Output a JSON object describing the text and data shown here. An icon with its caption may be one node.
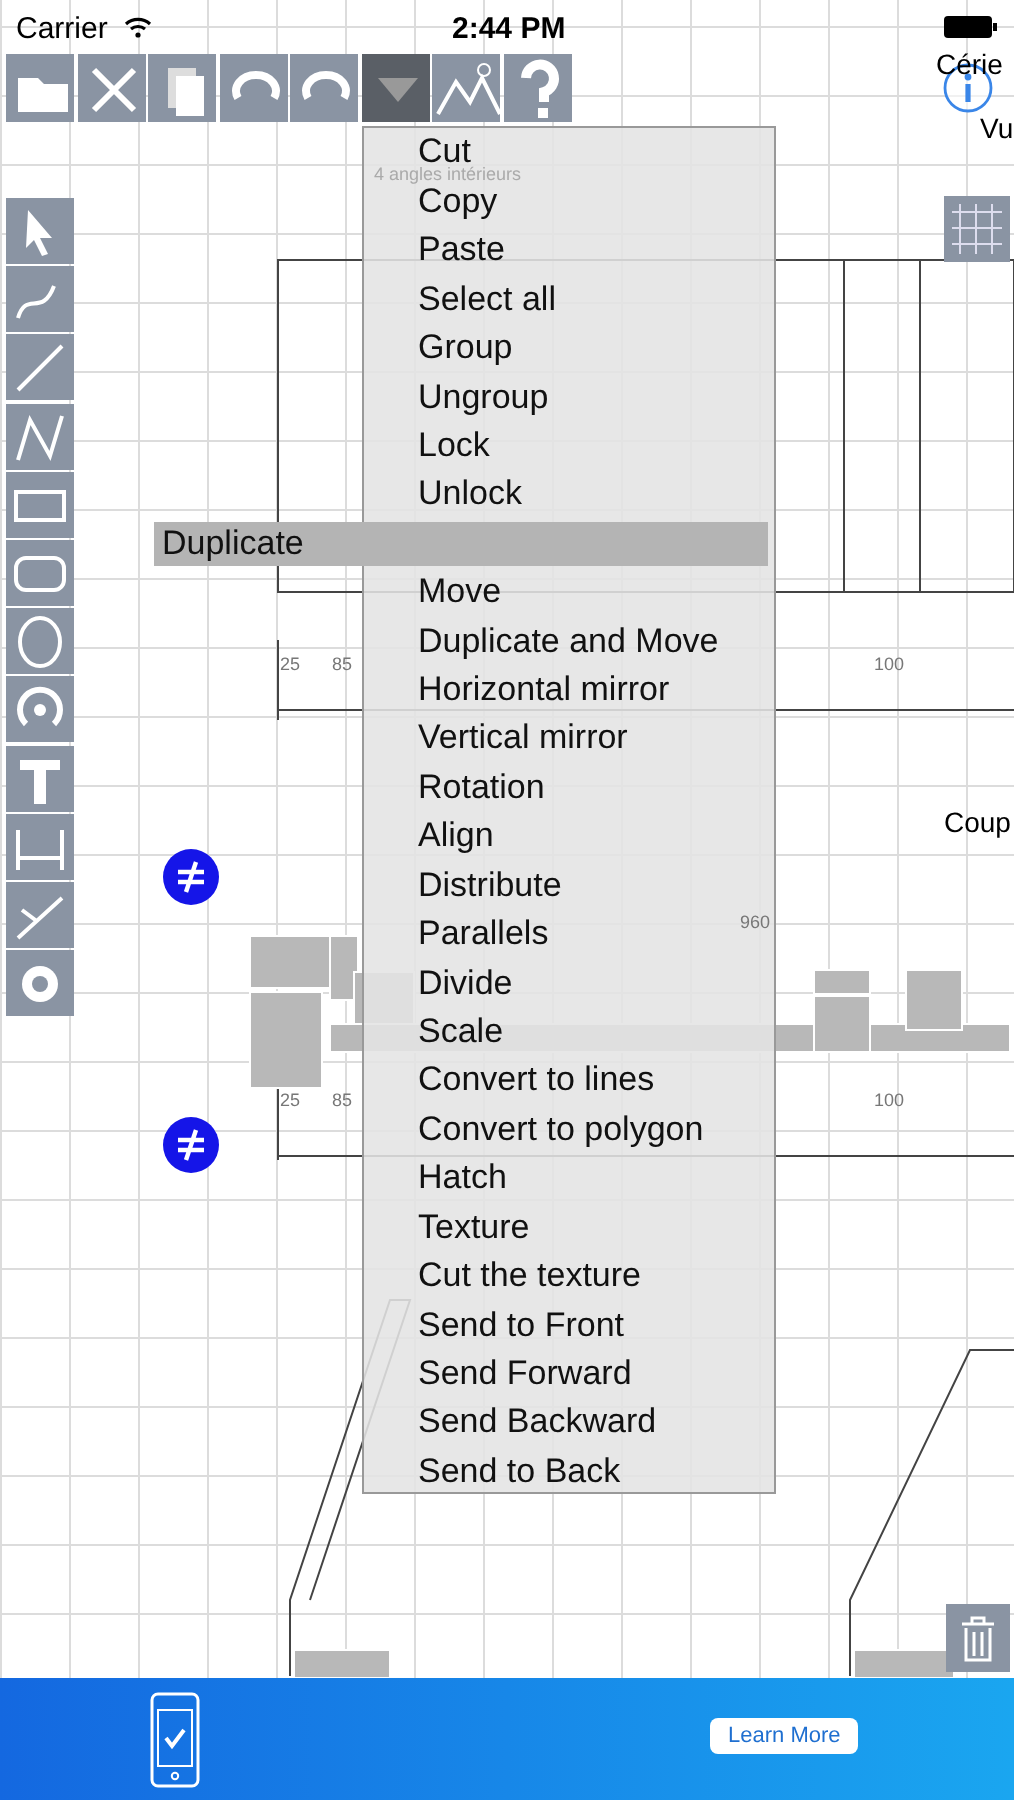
{
  "diagram": {
    "labels": [
      "Carrier",
      "2:44 PM",
      "Cérie",
      "Vu",
      "Cut",
      "4 angles intérieurs",
      "Copy",
      "Paste",
      "Select all",
      "Group",
      "Ungroup",
      "Lock",
      "Unlock",
      "Duplicate",
      "Move",
      "25",
      "85",
      "Duplicate and Move",
      "100",
      "Horizontal mirror",
      "Vertical mirror",
      "Rotation",
      "Align",
      "Coup",
      "Distribute",
      "Parallels",
      "960",
      "Divide",
      "Scale",
      "Convert to lines",
      "25",
      "85",
      "100",
      "Convert to polygon",
      "Hatch",
      "Texture",
      "Cut the texture",
      "Send to Front",
      "Send Forward",
      "Send Backward",
      "Send to Back",
      "Learn More"
    ]
  }
}
